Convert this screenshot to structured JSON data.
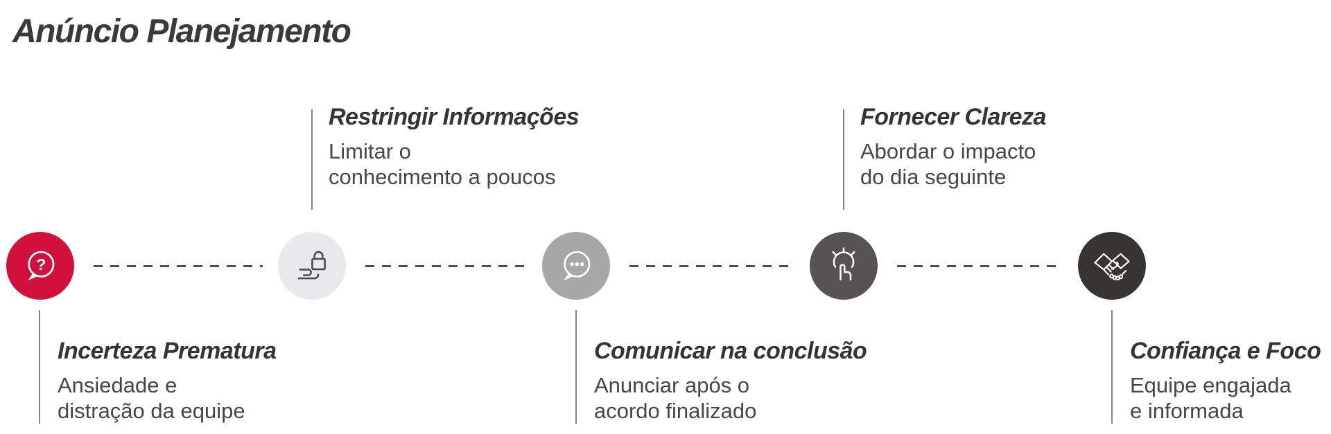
{
  "page": {
    "title": "Anúncio Planejamento"
  },
  "colors": {
    "background": "#ffffff",
    "title_text": "#3a3a3a",
    "node_title_text": "#343434",
    "body_text": "#464646",
    "dashed_line": "#4c4c4c",
    "connector_line": "#828282"
  },
  "timeline": {
    "nodes": [
      {
        "title": "Incerteza Prematura",
        "description": "Ansiedade e\ndistração da equipe",
        "icon": "question-bubble-icon",
        "circle_color": "#d1103c",
        "icon_color": "#ffffff",
        "label_position": "below"
      },
      {
        "title": "Restringir Informações",
        "description": "Limitar o\nconhecimento a poucos",
        "icon": "hand-lock-icon",
        "circle_color": "#e9e8ea",
        "icon_color": "#4a4a4a",
        "label_position": "above"
      },
      {
        "title": "Comunicar na conclusão",
        "description": "Anunciar após o\nacordo finalizado",
        "icon": "chat-dots-icon",
        "circle_color": "#a8a7a8",
        "icon_color": "#ffffff",
        "label_position": "below"
      },
      {
        "title": "Fornecer Clareza",
        "description": "Abordar o impacto\ndo dia seguinte",
        "icon": "insight-tap-icon",
        "circle_color": "#575354",
        "icon_color": "#ffffff",
        "label_position": "above"
      },
      {
        "title": "Confiança e Foco",
        "description": "Equipe engajada\ne informada",
        "icon": "handshake-icon",
        "circle_color": "#393434",
        "icon_color": "#ffffff",
        "label_position": "below"
      }
    ]
  }
}
